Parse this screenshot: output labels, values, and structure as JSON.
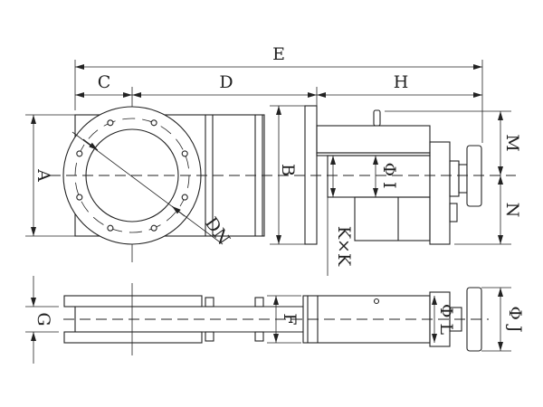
{
  "drawing": {
    "dimensions": {
      "overall_length": "E",
      "flange_to_center": "C",
      "center_to_flange": "D",
      "actuator_length": "H",
      "flange_height": "A",
      "body_height": "B",
      "nominal_diameter": "DN",
      "cylinder_bore": "Φ I",
      "port_size": "K×K",
      "top_height": "M",
      "bottom_height": "N",
      "gate_gap": "G",
      "body_thickness": "F",
      "end_cap_diameter": "Φ L",
      "handwheel_diameter": "Φ J"
    },
    "colors": {
      "line": "#222222",
      "background": "#ffffff"
    }
  }
}
